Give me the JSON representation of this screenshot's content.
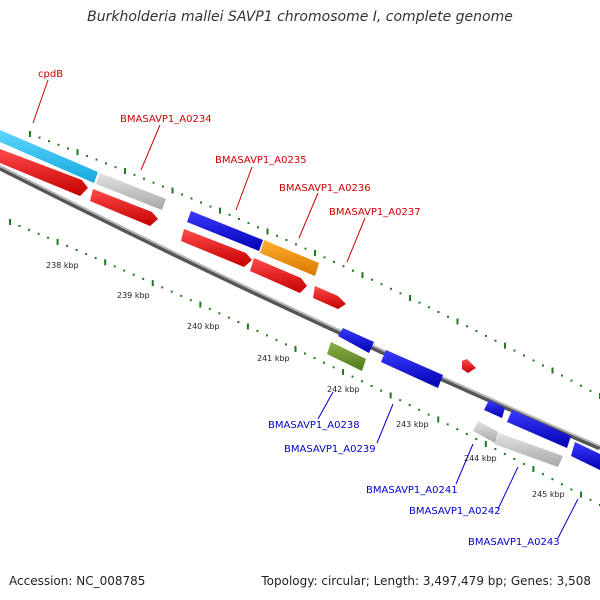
{
  "title": "Burkholderia mallei SAVP1 chromosome I, complete genome",
  "accession": "Accession: NC_008785",
  "topology": "Topology: circular; Length: 3,497,479 bp; Genes: 3,508",
  "colors": {
    "forward_label": "#cc0000",
    "reverse_label": "#0000cc",
    "tick": "#1f7a1f",
    "backbone": "#888888"
  },
  "ticks": [
    "238 kbp",
    "239 kbp",
    "240 kbp",
    "241 kbp",
    "242 kbp",
    "243 kbp",
    "244 kbp",
    "245 kbp"
  ],
  "forward_genes": [
    "cpdB",
    "BMASAVP1_A0234",
    "BMASAVP1_A0235",
    "BMASAVP1_A0236",
    "BMASAVP1_A0237"
  ],
  "reverse_genes": [
    "BMASAVP1_A0238",
    "BMASAVP1_A0239",
    "BMASAVP1_A0241",
    "BMASAVP1_A0242",
    "BMASAVP1_A0243"
  ]
}
